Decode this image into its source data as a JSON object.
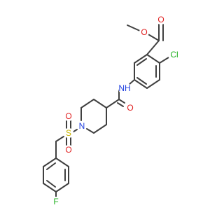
{
  "molecule": {
    "atoms": [
      {
        "id": "O_ether",
        "label": "O",
        "color": "#e02020"
      },
      {
        "id": "O_carbonyl",
        "label": "O",
        "color": "#e02020"
      },
      {
        "id": "Cl",
        "label": "Cl",
        "color": "#20b020"
      },
      {
        "id": "NH",
        "label": "NH",
        "color": "#2040e0"
      },
      {
        "id": "O_amide",
        "label": "O",
        "color": "#e02020"
      },
      {
        "id": "N_ring",
        "label": "N",
        "color": "#2040e0"
      },
      {
        "id": "S",
        "label": "S",
        "color": "#c8b400"
      },
      {
        "id": "O_sulfonyl_1",
        "label": "O",
        "color": "#e02020"
      },
      {
        "id": "O_sulfonyl_2",
        "label": "O",
        "color": "#e02020"
      },
      {
        "id": "F",
        "label": "F",
        "color": "#20b020"
      }
    ],
    "bond_color": "#404040"
  }
}
